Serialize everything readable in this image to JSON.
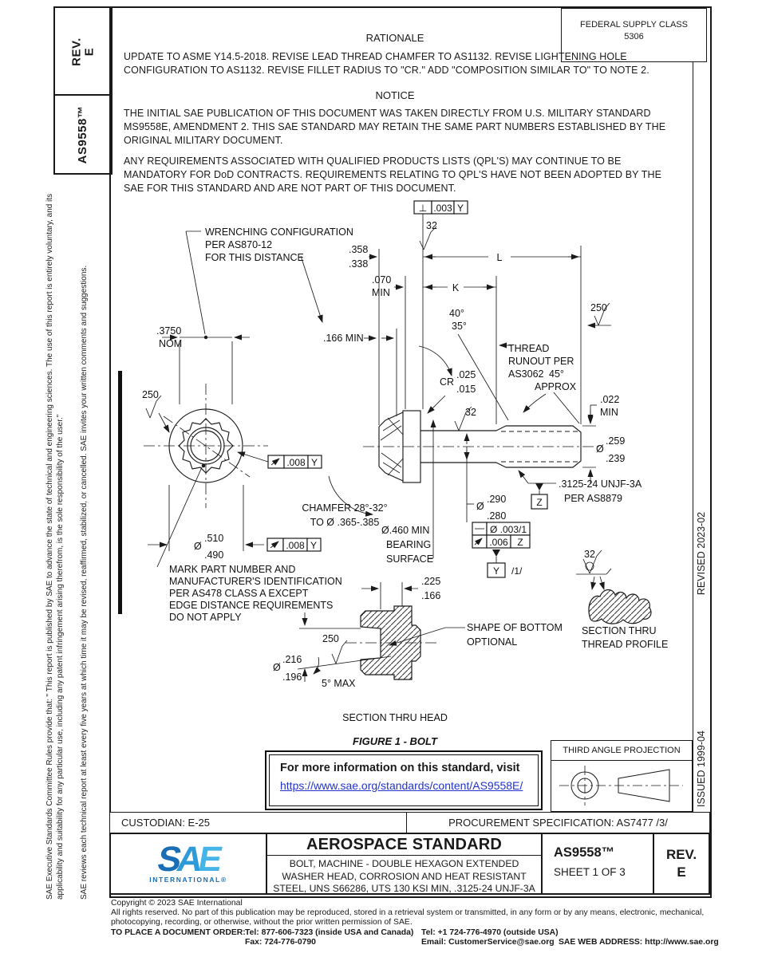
{
  "left_rail": {
    "rev_line1": "REV.",
    "rev_line2": "E",
    "doc_number": "AS9558™",
    "sidebar_p1": "SAE Executive Standards Committee Rules provide that: \" This report is published by SAE to advance the state of technical and engineering sciences. The use of this report is entirely voluntary, and its applicability and suitability for any particular use, including any patent infringement arising therefrom, is the sole responsibility of the user.\"",
    "sidebar_p2": "SAE reviews each technical report at least every five years at which time it may be revised, reaffirmed, stabilized, or cancelled. SAE invites your written comments and suggestions."
  },
  "right_rail": {
    "issued": "ISSUED 1999-04",
    "revised": "REVISED 2023-02"
  },
  "header": {
    "fsc_line1": "FEDERAL SUPPLY CLASS",
    "fsc_line2": "5306",
    "rationale_title": "RATIONALE",
    "rationale_text": "UPDATE TO ASME Y14.5-2018. REVISE LEAD THREAD CHAMFER TO AS1132. REVISE LIGHTENING HOLE CONFIGURATION TO AS1132. REVISE FILLET RADIUS TO \"CR.\" ADD \"COMPOSITION SIMILAR TO\" TO NOTE 2.",
    "notice_title": "NOTICE",
    "notice_p1": "THE INITIAL SAE PUBLICATION OF THIS DOCUMENT WAS TAKEN DIRECTLY FROM U.S. MILITARY STANDARD MS9558E, AMENDMENT 2. THIS SAE STANDARD MAY RETAIN THE SAME PART NUMBERS ESTABLISHED BY THE ORIGINAL MILITARY DOCUMENT.",
    "notice_p2": "ANY REQUIREMENTS ASSOCIATED WITH QUALIFIED PRODUCTS LISTS (QPL'S) MAY CONTINUE TO BE MANDATORY FOR DoD CONTRACTS. REQUIREMENTS RELATING TO QPL'S HAVE NOT BEEN ADOPTED BY THE SAE FOR THIS STANDARD AND ARE NOT PART OF THIS DOCUMENT."
  },
  "drawing": {
    "fcf_top_sym": "⊥",
    "fcf_top_tol": ".003",
    "fcf_top_datum": "Y",
    "finish_top": "32",
    "dim358a": ".358",
    "dim358b": ".338",
    "dim070a": ".070",
    "dim070b": "MIN",
    "k": "K",
    "l": "L",
    "finish_right": "250",
    "ang40": "40°",
    "ang35": "35°",
    "dim166": ".166 MIN",
    "dim3750a": ".3750",
    "dim3750b": "NOM",
    "wrench1": "WRENCHING CONFIGURATION",
    "wrench2": "PER AS870-12",
    "wrench3": "FOR THIS DISTANCE",
    "runout1": "THREAD",
    "runout2": "RUNOUT PER",
    "runout3": "AS3062",
    "ang45a": "45°",
    "ang45b": "APPROX",
    "cr": "CR",
    "cr1": ".025",
    "cr2": ".015",
    "dim022a": ".022",
    "dim022b": "MIN",
    "finish_mid": "32",
    "dia259_sym": "Ø",
    "d259": ".259",
    "d239": ".239",
    "fcf1_tol": ".008",
    "fcf1_datum": "Y",
    "dia510_sym": "Ø",
    "d510": ".510",
    "d490": ".490",
    "fcf2_tol": ".008",
    "fcf2_datum": "Y",
    "finish_left": "250",
    "mark1": "MARK PART NUMBER AND",
    "mark2": "MANUFACTURER'S IDENTIFICATION",
    "mark3": "PER AS478 CLASS A EXCEPT",
    "mark4": "EDGE DISTANCE REQUIREMENTS",
    "mark5": "DO NOT APPLY",
    "chamfer1": "CHAMFER 28°-32°",
    "chamfer2": "TO Ø .365-.385",
    "bearing1": "Ø.460 MIN",
    "bearing2": "BEARING",
    "bearing3": "SURFACE",
    "unjf1": ".3125-24 UNJF-3A",
    "unjf2": "PER AS8879",
    "datum_z": "Z",
    "dia290_sym": "Ø",
    "d290": ".290",
    "d280": ".280",
    "fcfA_tol": "Ø .003/1",
    "fcfB_tol": ".006",
    "fcfB_datum": "Z",
    "datum_y": "Y",
    "datum_y_mod": "/1/",
    "dim225": ".225",
    "dim166b": ".166",
    "shape1": "SHAPE OF BOTTOM",
    "shape2": "OPTIONAL",
    "finish_sec": "250",
    "dia216_sym": "Ø",
    "d216": ".216",
    "d196": ".196",
    "ang5": "5° MAX",
    "section_head": "SECTION THRU HEAD",
    "figure": "FIGURE 1 - BOLT",
    "finish_profile": "32",
    "profile1": "SECTION THRU",
    "profile2": "THREAD PROFILE"
  },
  "info_box": {
    "line1": "For more information on this standard, visit",
    "link": "https://www.sae.org/standards/content/AS9558E/"
  },
  "projection": {
    "title": "THIRD ANGLE PROJECTION"
  },
  "bottom": {
    "custodian": "CUSTODIAN: E-25",
    "procurement": "PROCUREMENT SPECIFICATION: AS7477 /3/"
  },
  "title_block": {
    "logo_s": "S",
    "logo_a": "A",
    "logo_e": "E",
    "logo_intl": "INTERNATIONAL®",
    "heading": "AEROSPACE STANDARD",
    "sub1": "BOLT, MACHINE - DOUBLE HEXAGON EXTENDED",
    "sub2": "WASHER HEAD, CORROSION AND HEAT RESISTANT",
    "sub3": "STEEL, UNS S66286, UTS 130 KSI MIN, .3125-24 UNJF-3A",
    "doc": "AS9558™",
    "sheet": "SHEET 1 OF 3",
    "rev_label": "REV.",
    "rev": "E"
  },
  "footer": {
    "c1": "Copyright © 2023 SAE International",
    "c2": "All rights reserved. No part of this publication may be reproduced, stored in a retrieval system or transmitted, in any form or by any means, electronic, mechanical, photocopying, recording, or otherwise, without the prior written permission of SAE.",
    "order_label": "TO PLACE A DOCUMENT ORDER:",
    "tel1": "Tel: 877-606-7323 (inside USA and Canada)",
    "tel2": "Tel: +1 724-776-4970 (outside USA)",
    "fax": "Fax: 724-776-0790",
    "email": "Email: CustomerService@sae.org",
    "web": "SAE WEB ADDRESS: http://www.sae.org"
  },
  "colors": {
    "link_blue": "#2233cc",
    "logo_s": "#1b6db5",
    "logo_a": "#2e9bd8",
    "logo_e": "#45b5e8"
  }
}
